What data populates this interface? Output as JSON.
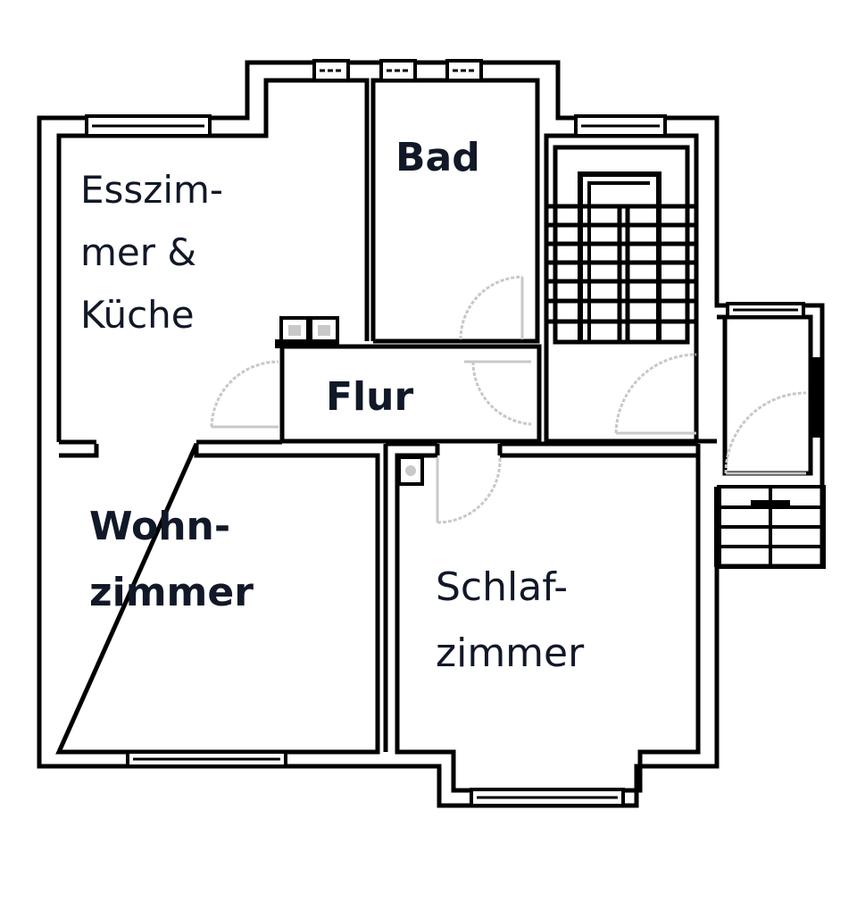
{
  "floor_plan": {
    "rooms": [
      {
        "id": "esszimmer",
        "label_lines": [
          "Esszim-",
          "mer &",
          "Küche"
        ]
      },
      {
        "id": "bad",
        "label_lines": [
          "Bad"
        ]
      },
      {
        "id": "flur",
        "label_lines": [
          "Flur"
        ]
      },
      {
        "id": "wohnzimmer",
        "label_lines": [
          "Wohn-",
          "zimmer"
        ]
      },
      {
        "id": "schlafzimmer",
        "label_lines": [
          "Schlaf-",
          "zimmer"
        ]
      }
    ],
    "colors": {
      "wall": "#000000",
      "door_swing": "#c8c8c8",
      "label": "#111827",
      "background": "#ffffff"
    }
  }
}
